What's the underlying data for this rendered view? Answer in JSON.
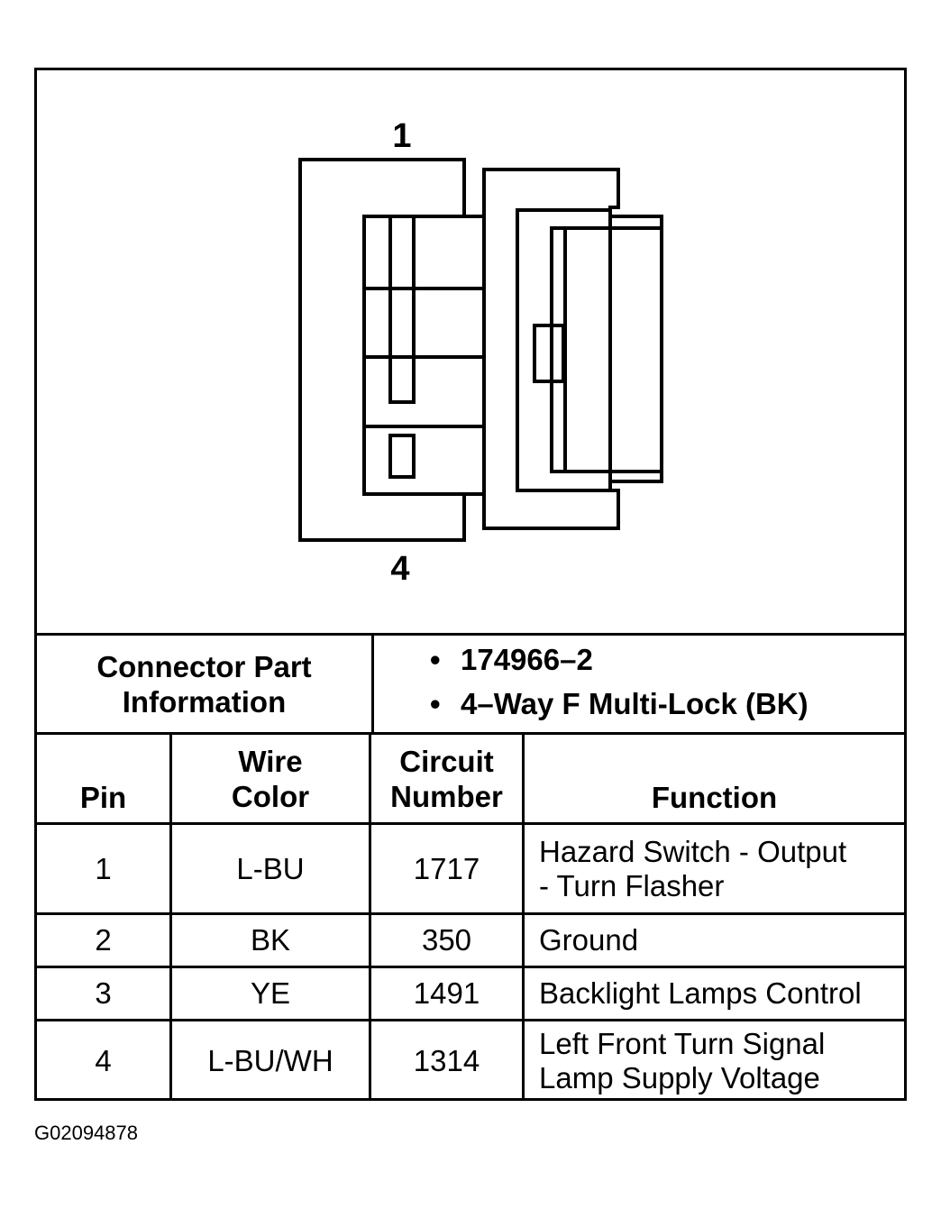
{
  "diagram": {
    "pin_top_label": "1",
    "pin_bottom_label": "4"
  },
  "connector_info": {
    "label_line1": "Connector Part",
    "label_line2": "Information",
    "bullet_symbol": "•",
    "items": [
      "174966–2",
      "4–Way F Multi-Lock (BK)"
    ]
  },
  "pin_table": {
    "headers": {
      "pin": "Pin",
      "wire_color_line1": "Wire",
      "wire_color_line2": "Color",
      "circuit_line1": "Circuit",
      "circuit_line2": "Number",
      "function": "Function"
    },
    "rows": [
      {
        "pin": "1",
        "wire_color": "L-BU",
        "circuit": "1717",
        "function_line1": "Hazard Switch - Output",
        "function_line2": "- Turn Flasher"
      },
      {
        "pin": "2",
        "wire_color": "BK",
        "circuit": "350",
        "function_line1": "Ground",
        "function_line2": ""
      },
      {
        "pin": "3",
        "wire_color": "YE",
        "circuit": "1491",
        "function_line1": "Backlight Lamps Control",
        "function_line2": ""
      },
      {
        "pin": "4",
        "wire_color": "L-BU/WH",
        "circuit": "1314",
        "function_line1": "Left Front Turn Signal",
        "function_line2": "Lamp Supply Voltage"
      }
    ]
  },
  "figure_id": "G02094878"
}
